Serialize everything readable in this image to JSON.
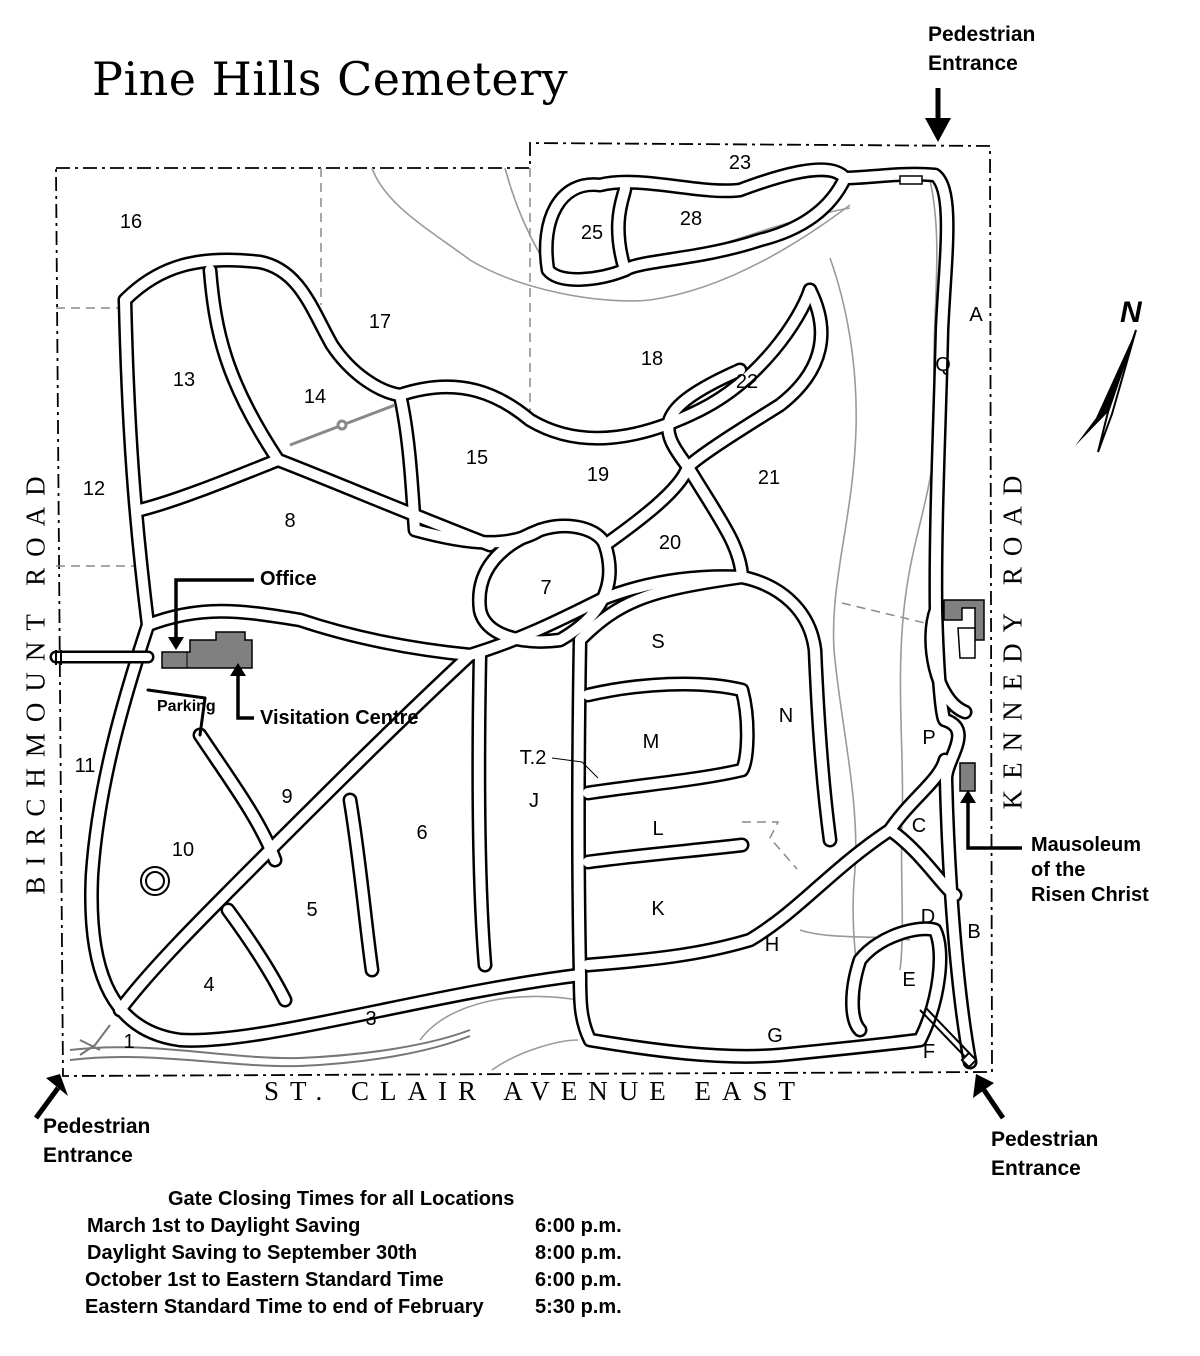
{
  "title": "Pine Hills Cemetery",
  "compass_label": "N",
  "pedestrian_entrance_label": "Pedestrian Entrance",
  "pedestrian_entrances": [
    {
      "id": "north-east",
      "line1": "Pedestrian",
      "line2": "Entrance"
    },
    {
      "id": "south-west",
      "line1": "Pedestrian",
      "line2": "Entrance"
    },
    {
      "id": "south-east",
      "line1": "Pedestrian",
      "line2": "Entrance"
    }
  ],
  "roads": {
    "west": "BIRCHMOUNT ROAD",
    "east": "KENNEDY ROAD",
    "south": "ST. CLAIR AVENUE EAST"
  },
  "buildings": {
    "office": "Office",
    "visitation_centre": "Visitation Centre",
    "parking": "Parking",
    "mausoleum_line1": "Mausoleum",
    "mausoleum_line2": "of the",
    "mausoleum_line3": "Risen Christ"
  },
  "sections": [
    "16",
    "23",
    "25",
    "28",
    "17",
    "13",
    "14",
    "18",
    "22",
    "15",
    "19",
    "21",
    "12",
    "8",
    "20",
    "7",
    "S",
    "M",
    "N",
    "T.2",
    "J",
    "11",
    "9",
    "6",
    "L",
    "P",
    "C",
    "10",
    "K",
    "5",
    "H",
    "D",
    "B",
    "4",
    "E",
    "3",
    "G",
    "1",
    "F",
    "A",
    "Q"
  ],
  "gate_closing": {
    "title": "Gate Closing Times for all Locations",
    "rows": [
      {
        "period": "March 1st to Daylight Saving",
        "time": "6:00 p.m."
      },
      {
        "period": "Daylight Saving to September 30th",
        "time": "8:00 p.m."
      },
      {
        "period": "October 1st to Eastern Standard Time",
        "time": "6:00 p.m."
      },
      {
        "period": "Eastern Standard Time to end of February",
        "time": "5:30 p.m."
      }
    ]
  },
  "colors": {
    "road_outline": "#000000",
    "building_fill": "#808080",
    "contour": "#9a9a9a",
    "boundary": "#000000"
  }
}
